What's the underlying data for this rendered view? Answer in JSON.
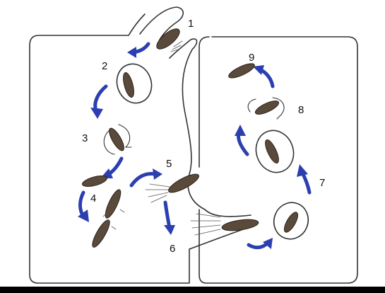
{
  "labels": [
    "1",
    "2",
    "3",
    "4",
    "5",
    "6",
    "7",
    "8",
    "9"
  ],
  "colors": {
    "arrow": "#2c3fb0",
    "parasite": "#5a4a3c",
    "outline": "#333333",
    "bottom_bar": "#000000"
  }
}
